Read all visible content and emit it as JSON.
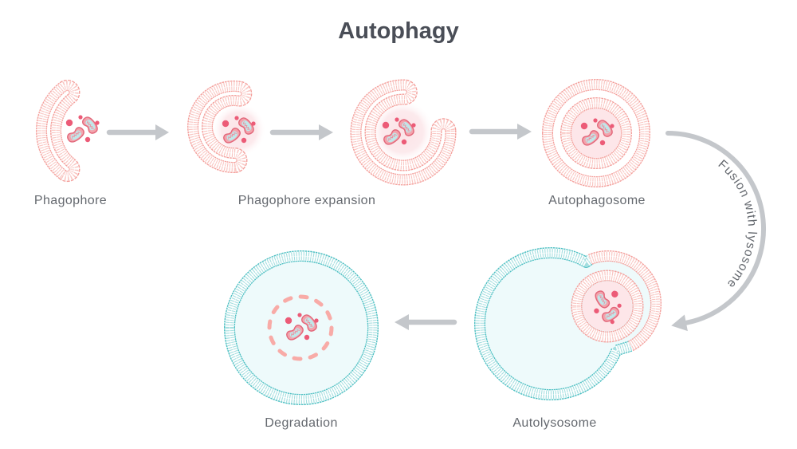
{
  "title": "Autophagy",
  "stages": [
    {
      "label": "Phagophore",
      "illustrations": 1
    },
    {
      "label": "Phagophore expansion",
      "illustrations": 2
    },
    {
      "label": "Autophagosome",
      "illustrations": 1
    },
    {
      "label": "Autolysosome",
      "illustrations": 1
    },
    {
      "label": "Degradation",
      "illustrations": 1
    }
  ],
  "transitions": [
    {
      "from": "Phagophore",
      "to": "Phagophore expansion",
      "label": ""
    },
    {
      "from": "Phagophore expansion",
      "to": "Phagophore expansion",
      "label": ""
    },
    {
      "from": "Phagophore expansion",
      "to": "Autophagosome",
      "label": ""
    },
    {
      "from": "Autophagosome",
      "to": "Autolysosome",
      "label": "Fusion with lysosome"
    },
    {
      "from": "Autolysosome",
      "to": "Degradation",
      "label": ""
    }
  ],
  "cargo": {
    "mitochondria": 2,
    "particles": 4
  },
  "colors": {
    "autophagic_membrane_head": "#f4a09c",
    "autophagic_membrane_tail": "#f9c5c1",
    "lysosome_membrane_head": "#4fc0c3",
    "lysosome_membrane_tail": "#a3dedf",
    "lysosome_lumen": "#eefafb",
    "autophagosome_lumen": "#fde6e9",
    "lumen_glow": "#fbe1e5",
    "degrading_membrane": "#f8aba7",
    "mitochondrion_outline": "#e2677a",
    "mitochondrion_fill": "#f3a3ac",
    "mitochondrion_matrix": "#bfe8ea",
    "mitochondrion_cristae": "#ef8e9d",
    "cargo_particle": "#ec5b77",
    "arrow": "#c4c7cb",
    "title_text": "#4a4e57",
    "label_text": "#65696f"
  }
}
